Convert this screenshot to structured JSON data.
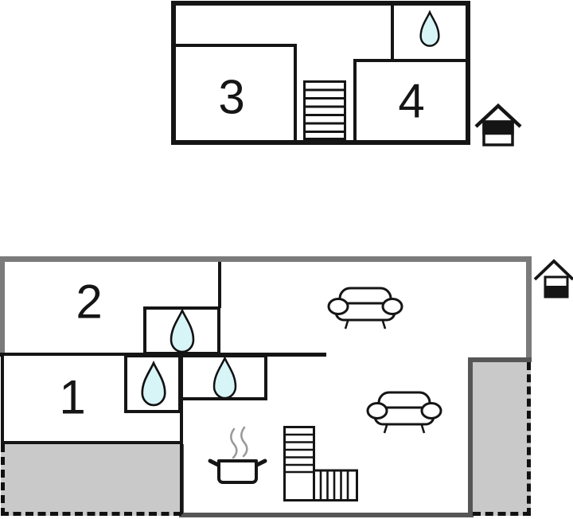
{
  "colors": {
    "wall_black": "#151515",
    "outer_wall_gray": "#7b7b7b",
    "structure_gray": "#565656",
    "terrace_fill": "#c9c9c9",
    "drop_fill": "#d7f4f7",
    "drop_stroke": "#111111",
    "steam_gray": "#9a9a9a"
  },
  "upper_floor": {
    "rooms": [
      {
        "label": "3"
      },
      {
        "label": "4"
      }
    ],
    "icons": {
      "bathroom": "water-drop",
      "stairs": "staircase",
      "level_indicator": "house-upper-floor-highlighted"
    }
  },
  "ground_floor": {
    "rooms": [
      {
        "label": "2"
      },
      {
        "label": "1"
      }
    ],
    "icons": {
      "bathrooms": [
        "water-drop",
        "water-drop",
        "water-drop"
      ],
      "living": [
        "sofa",
        "sofa"
      ],
      "kitchen": "cooking-pot-with-steam",
      "stairs": "l-shaped-staircase",
      "level_indicator": "house-ground-floor-highlighted"
    }
  }
}
